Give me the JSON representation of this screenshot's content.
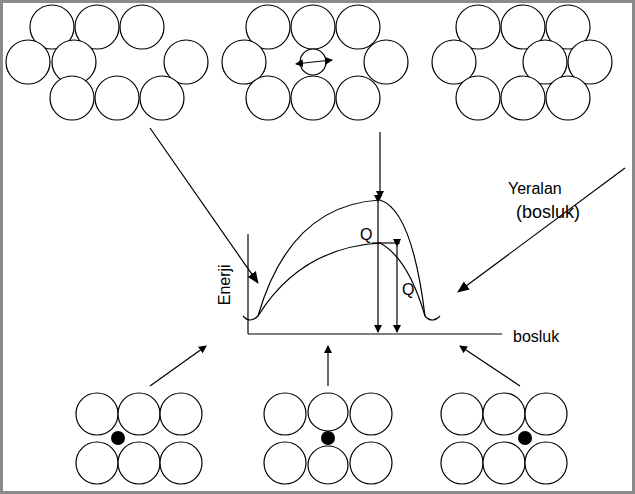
{
  "diagram": {
    "labels": [
      "Yeralan",
      "(bosluk)",
      "Enerji",
      "Q",
      "Q",
      "bosluk"
    ]
  }
}
